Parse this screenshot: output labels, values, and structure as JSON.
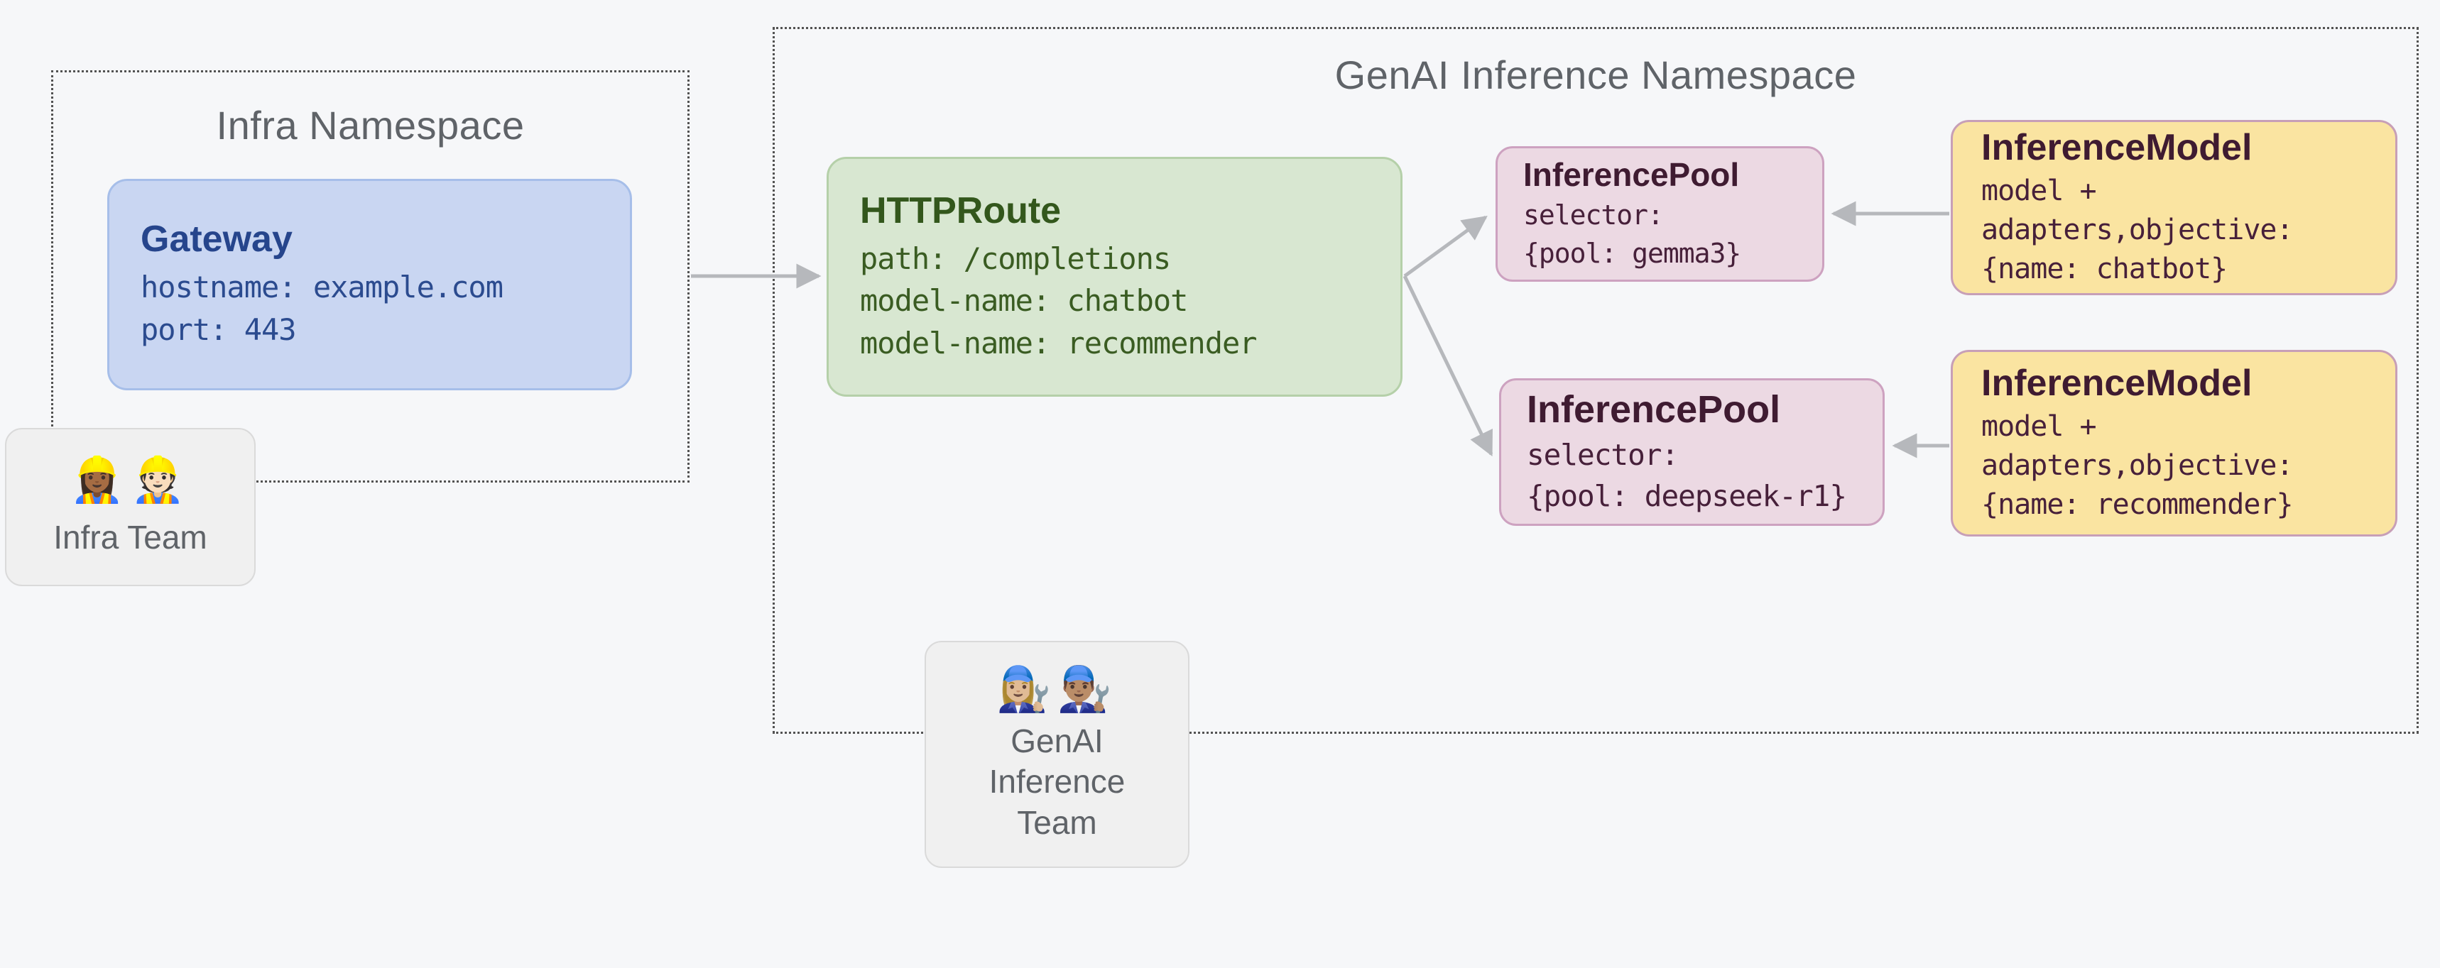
{
  "canvas": {
    "background": "#f6f7f9"
  },
  "colors": {
    "namespace_border": "#525252",
    "namespace_title": "#5f6368",
    "arrow": "#b6b8bc",
    "gateway_fill": "#c9d6f2",
    "gateway_border": "#a6bee9",
    "gateway_text": "#2b4b8f",
    "httproute_fill": "#d8e7d1",
    "httproute_border": "#b5d0a9",
    "httproute_text": "#3a5c22",
    "pool_fill": "#ecd9e3",
    "pool_border": "#cda2c0",
    "pool_text": "#3f1b31",
    "model_fill": "#fae4a1",
    "model_border": "#c79fb7",
    "model_text": "#3f1b31",
    "team_fill": "#f0f0f0",
    "team_border": "#dadada",
    "team_text": "#5f6368"
  },
  "infra_namespace": {
    "title": "Infra Namespace",
    "gateway": {
      "title": "Gateway",
      "lines": [
        "hostname: example.com",
        "port: 443"
      ]
    },
    "team": {
      "emoji": "👷🏾‍♀️👷🏻",
      "label": "Infra Team"
    }
  },
  "genai_namespace": {
    "title": "GenAI Inference Namespace",
    "httproute": {
      "title": "HTTPRoute",
      "lines": [
        "path: /completions",
        "model-name: chatbot",
        "model-name: recommender"
      ]
    },
    "pool_gemma": {
      "title": "InferencePool",
      "lines": [
        "selector:",
        "{pool: gemma3}"
      ]
    },
    "model_chatbot": {
      "title": "InferenceModel",
      "lines": [
        "model +",
        "adapters,objective:",
        "{name: chatbot}"
      ]
    },
    "pool_deepseek": {
      "title": "InferencePool",
      "lines": [
        "selector:",
        "{pool: deepseek-r1}"
      ]
    },
    "model_recommender": {
      "title": "InferenceModel",
      "lines": [
        "model +",
        "adapters,objective:",
        "{name: recommender}"
      ]
    },
    "team": {
      "emoji": "👩🏼‍🔧👨🏽‍🔧",
      "label": "GenAI Inference Team"
    }
  }
}
